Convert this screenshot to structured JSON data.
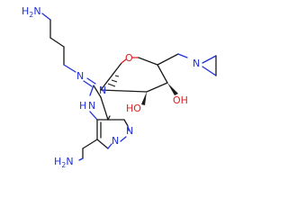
{
  "labels": {
    "amine_top": "H2N",
    "n_imine": "N",
    "n9": "N",
    "nh7": "N",
    "h7": "H",
    "n1": "N",
    "n3": "N",
    "amine_bottom": "H2N",
    "o_ring": "O",
    "oh2": "HO",
    "oh3": "OH",
    "n_aziridine": "N"
  },
  "colors": {
    "nitrogen": "#2030d8",
    "oxygen": "#e02020",
    "carbon": "#1a1a1a"
  }
}
